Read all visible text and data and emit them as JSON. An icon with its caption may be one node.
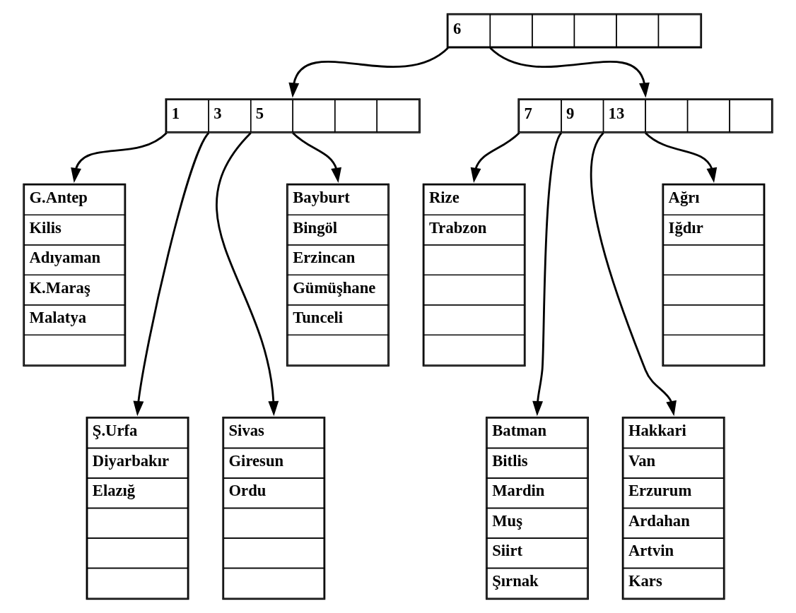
{
  "diagram": {
    "nodes": [
      {
        "text": [
          "6"
        ]
      },
      {
        "text": [
          "1",
          "3",
          "5"
        ]
      },
      {
        "text": [
          "7",
          "9",
          "13"
        ]
      },
      {
        "text": [
          "G.Antep",
          "Kilis",
          "Adıyaman",
          "K.Maraş",
          "Malatya"
        ]
      },
      {
        "text": [
          "Bayburt",
          "Bingöl",
          "Erzincan",
          "Gümüşhane",
          "Tunceli"
        ]
      },
      {
        "text": [
          "Rize",
          "Trabzon"
        ]
      },
      {
        "text": [
          "Ağrı",
          "Iğdır"
        ]
      },
      {
        "text": [
          "Ş.Urfa",
          "Diyarbakır",
          "Elazığ"
        ]
      },
      {
        "text": [
          "Sivas",
          "Giresun",
          "Ordu"
        ]
      },
      {
        "text": [
          "Batman",
          "Bitlis",
          "Mardin",
          "Muş",
          "Siirt",
          "Şırnak"
        ]
      },
      {
        "text": [
          "Hakkari",
          "Van",
          "Erzurum",
          "Ardahan",
          "Artvin",
          "Kars"
        ]
      }
    ],
    "edges": [
      {
        "from": 0,
        "to": 1,
        "arrow": "to"
      },
      {
        "from": 0,
        "to": 2,
        "arrow": "to"
      },
      {
        "from": 1,
        "to": 3,
        "arrow": "to"
      },
      {
        "from": 1,
        "to": 7,
        "arrow": "to"
      },
      {
        "from": 1,
        "to": 8,
        "arrow": "to"
      },
      {
        "from": 1,
        "to": 4,
        "arrow": "to"
      },
      {
        "from": 2,
        "to": 5,
        "arrow": "to"
      },
      {
        "from": 2,
        "to": 9,
        "arrow": "to"
      },
      {
        "from": 2,
        "to": 10,
        "arrow": "to"
      },
      {
        "from": 2,
        "to": 6,
        "arrow": "to"
      }
    ]
  }
}
